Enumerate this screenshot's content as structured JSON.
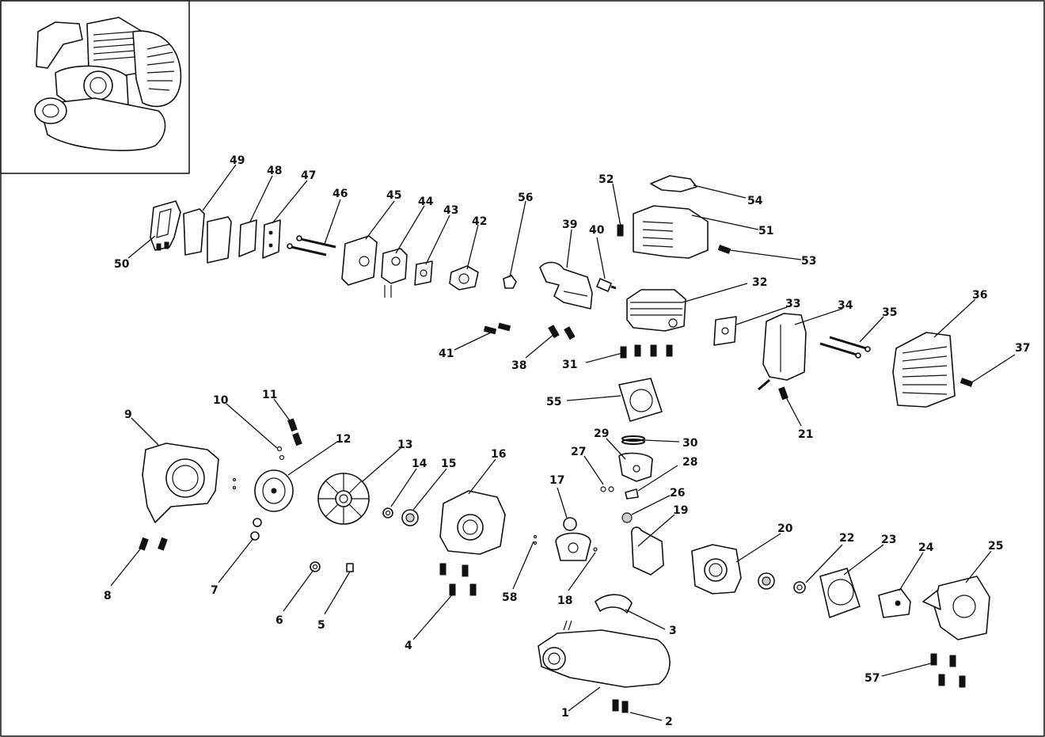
{
  "labels": {
    "p1": "1",
    "p2": "2",
    "p3": "3",
    "p4": "4",
    "p5": "5",
    "p6": "6",
    "p7": "7",
    "p8": "8",
    "p9": "9",
    "p10": "10",
    "p11": "11",
    "p12": "12",
    "p13": "13",
    "p14": "14",
    "p15": "15",
    "p16": "16",
    "p17": "17",
    "p18": "18",
    "p19": "19",
    "p20": "20",
    "p21": "21",
    "p22": "22",
    "p23": "23",
    "p24": "24",
    "p25": "25",
    "p26": "26",
    "p27": "27",
    "p28": "28",
    "p29": "29",
    "p30": "30",
    "p31": "31",
    "p32": "32",
    "p33": "33",
    "p34": "34",
    "p35": "35",
    "p36": "36",
    "p37": "37",
    "p38": "38",
    "p39": "39",
    "p40": "40",
    "p41": "41",
    "p42": "42",
    "p43": "43",
    "p44": "44",
    "p45": "45",
    "p46": "46",
    "p47": "47",
    "p48": "48",
    "p49": "49",
    "p50": "50",
    "p51": "51",
    "p52": "52",
    "p53": "53",
    "p54": "54",
    "p55": "55",
    "p56": "56",
    "p57": "57",
    "p58": "58"
  },
  "colors": {
    "line": "#111111",
    "background": "#ffffff",
    "fill": "#ffffff"
  }
}
